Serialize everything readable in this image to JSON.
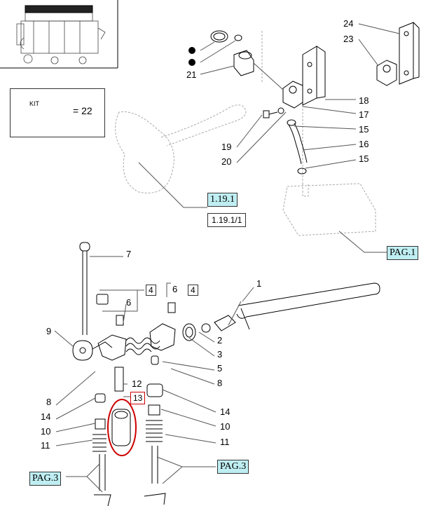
{
  "kit": {
    "label": "KIT",
    "eq": "= 22"
  },
  "refs": {
    "r1": "1.19.1",
    "r2": "1.19.1/1",
    "pag1": "PAG.1",
    "pag3a": "PAG.3",
    "pag3b": "PAG.3"
  },
  "callouts": {
    "c24": "24",
    "c23": "23",
    "c21": "21",
    "c18": "18",
    "c17": "17",
    "c15a": "15",
    "c16": "16",
    "c19": "19",
    "c20": "20",
    "c15b": "15",
    "c7": "7",
    "c1": "1",
    "c4a": "4",
    "c6a": "6",
    "c4b": "4",
    "c6b": "6",
    "c9": "9",
    "c2": "2",
    "c3": "3",
    "c5": "5",
    "c8a": "8",
    "c12": "12",
    "c13": "13",
    "c8b": "8",
    "c14a": "14",
    "c10a": "10",
    "c11a": "11",
    "c14b": "14",
    "c10b": "10",
    "c11b": "11"
  }
}
